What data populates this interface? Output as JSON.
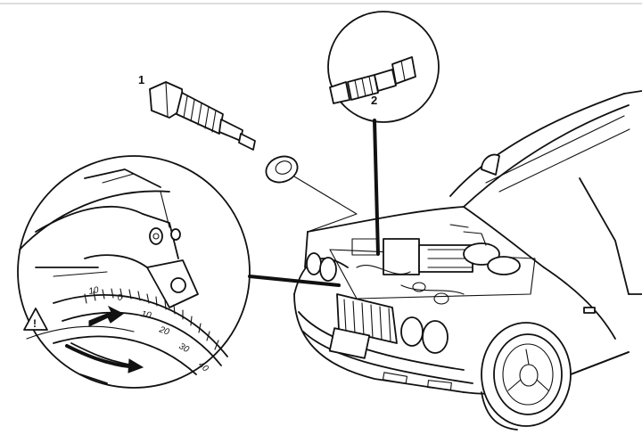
{
  "callouts": [
    {
      "id": "1",
      "label": "1"
    },
    {
      "id": "2",
      "label": "2"
    }
  ],
  "degree_scale": {
    "marks": [
      "10",
      "0",
      "10",
      "20",
      "30",
      "40"
    ]
  },
  "warning_icon": {
    "glyph": "!",
    "name": "warning-triangle-icon"
  },
  "colors": {
    "ink": "#111111",
    "paper": "#ffffff"
  }
}
